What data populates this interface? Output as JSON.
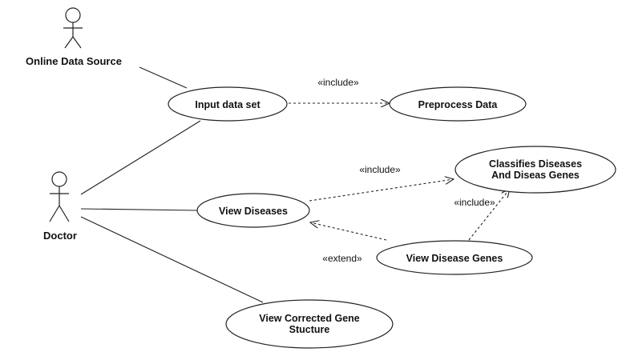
{
  "actors": {
    "online_data_source": "Online Data Source",
    "doctor": "Doctor"
  },
  "use_cases": {
    "input_data_set": "Input data set",
    "preprocess_data": "Preprocess Data",
    "classifies_line1": "Classifies Diseases",
    "classifies_line2": "And Diseas Genes",
    "view_diseases": "View Diseases",
    "view_disease_genes": "View Disease Genes",
    "view_corrected_line1": "View Corrected Gene",
    "view_corrected_line2": "Stucture"
  },
  "relationships": {
    "include_input_preprocess": "«include»",
    "include_view_classifies": "«include»",
    "include_genes_classifies": "«include»",
    "extend_genes_view": "«extend»"
  }
}
